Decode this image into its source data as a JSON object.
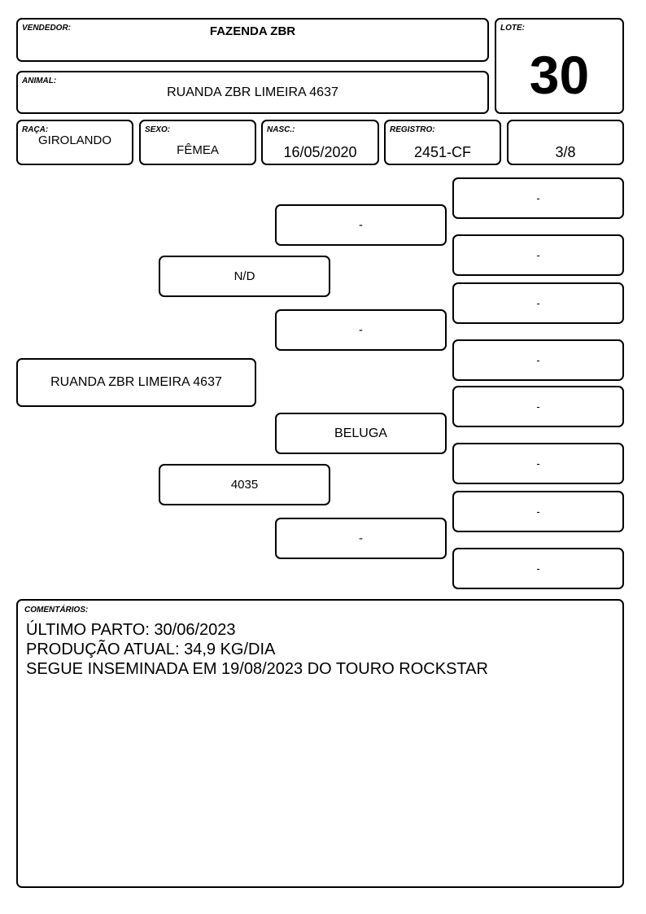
{
  "vendedor": {
    "label": "VENDEDOR:",
    "value": "FAZENDA ZBR"
  },
  "lote": {
    "label": "LOTE:",
    "value": "30"
  },
  "animal": {
    "label": "ANIMAL:",
    "value": "RUANDA ZBR LIMEIRA 4637"
  },
  "raca": {
    "label": "RAÇA:",
    "value": "GIROLANDO"
  },
  "sexo": {
    "label": "SEXO:",
    "value": "FÊMEA"
  },
  "nasc": {
    "label": "NASC.:",
    "value": "16/05/2020"
  },
  "registro": {
    "label": "REGISTRO:",
    "value": "2451-CF"
  },
  "grau_sangue": {
    "value": "3/8"
  },
  "pedigree": {
    "animal": "RUANDA ZBR LIMEIRA 4637",
    "sire": "N/D",
    "dam": "4035",
    "sire_sire": "-",
    "sire_dam": "-",
    "dam_sire": "BELUGA",
    "dam_dam": "-",
    "great_grandparents": [
      "-",
      "-",
      "-",
      "-",
      "-",
      "-",
      "-",
      "-"
    ]
  },
  "comments": {
    "label": "COMENTÁRIOS:",
    "lines": [
      "ÚLTIMO PARTO: 30/06/2023",
      "PRODUÇÃO ATUAL: 34,9 KG/DIA",
      "SEGUE INSEMINADA EM 19/08/2023 DO TOURO ROCKSTAR"
    ]
  }
}
